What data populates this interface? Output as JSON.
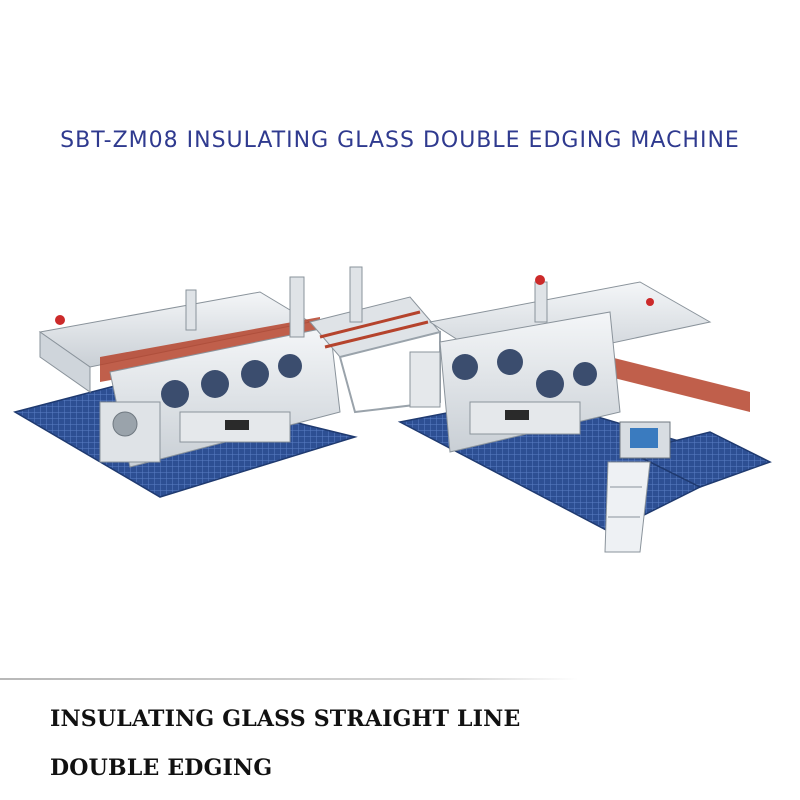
{
  "header": {
    "product_title": "SBT-ZM08 INSULATING GLASS DOUBLE EDGING MACHINE"
  },
  "illustration": {
    "subject": "machine-photo",
    "colors": {
      "frame": "#e9ecef",
      "frame_shadow": "#b9c0c7",
      "platform": "#2d4f93",
      "platform_grid": "#5a7fc4",
      "rails": "#b5432c",
      "motors": "#3b4d6e",
      "panel": "#d8dde2",
      "screen": "#3a7bbf"
    }
  },
  "caption": {
    "line1": "INSULATING GLASS STRAIGHT LINE",
    "line2": "DOUBLE EDGING"
  }
}
